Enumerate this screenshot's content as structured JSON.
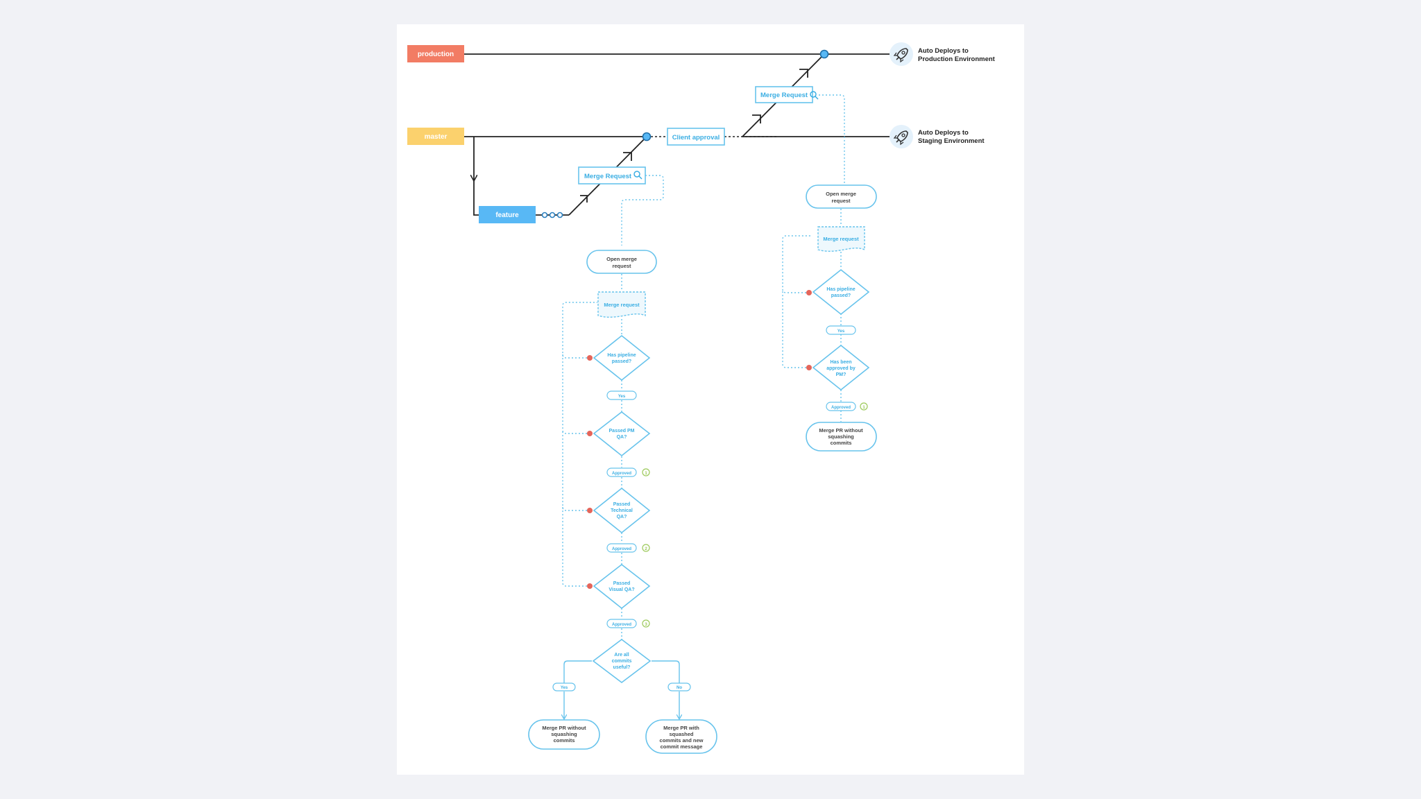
{
  "branches": {
    "production": "production",
    "master": "master",
    "feature": "feature"
  },
  "deploys": {
    "production_line1": "Auto Deploys to",
    "production_line2": "Production Environment",
    "staging_line1": "Auto Deploys to",
    "staging_line2": "Staging Environment"
  },
  "pipeline": {
    "merge_request_box": "Merge Request",
    "client_approval": "Client approval"
  },
  "left_flow": {
    "open_mr_1": "Open merge",
    "open_mr_2": "request",
    "merge_request": "Merge request",
    "pipeline_q1": "Has pipeline",
    "pipeline_q2": "passed?",
    "yes": "Yes",
    "pm_qa_1": "Passed PM",
    "pm_qa_2": "QA?",
    "approved_1": "Approved",
    "step_1": "1",
    "tech_qa_1": "Passed",
    "tech_qa_2": "Technical",
    "tech_qa_3": "QA?",
    "approved_2": "Approved",
    "step_2": "2",
    "visual_qa_1": "Passed",
    "visual_qa_2": "Visual QA?",
    "approved_3": "Approved",
    "step_3": "3",
    "useful_1": "Are all",
    "useful_2": "commits",
    "useful_3": "useful?",
    "yes_branch": "Yes",
    "no_branch": "No",
    "no_squash_1": "Merge PR without",
    "no_squash_2": "squashing",
    "no_squash_3": "commits",
    "squash_1": "Merge PR with",
    "squash_2": "squashed",
    "squash_3": "commits and new",
    "squash_4": "commit message"
  },
  "right_flow": {
    "open_mr_1": "Open merge",
    "open_mr_2": "request",
    "merge_request": "Merge request",
    "pipeline_q1": "Has pipeline",
    "pipeline_q2": "passed?",
    "yes": "Yes",
    "approved_q1": "Has been",
    "approved_q2": "approved by",
    "approved_q3": "PM?",
    "approved": "Approved",
    "step_1": "1",
    "merge_1": "Merge PR without",
    "merge_2": "squashing",
    "merge_3": "commits"
  },
  "colors": {
    "production": "#f27c64",
    "master": "#fbd16d",
    "feature": "#58b8f5",
    "flow_blue": "#67c3ec",
    "reject_red": "#e5655a",
    "step_green": "#9cc95a"
  },
  "icons": [
    "rocket-icon",
    "search-icon"
  ]
}
